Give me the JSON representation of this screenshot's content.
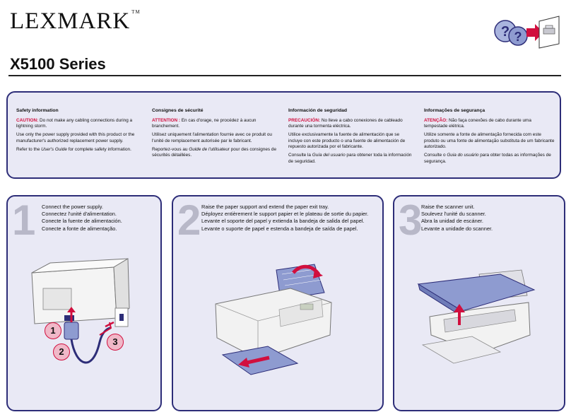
{
  "header": {
    "brand": "LEXMARK",
    "brand_tm": "TM",
    "series": "X5100 Series",
    "help_icon": "question-mark-guide-icon"
  },
  "safety": {
    "en": {
      "title": "Safety information",
      "caution_label": "CAUTION:",
      "caution_text": " Do not make any cabling connections during a lightning storm.",
      "power": "Use only the power supply provided with this product or the manufacturer's authorized replacement power supply.",
      "refer_pre": "Refer to the ",
      "refer_guide": "User's Guide",
      "refer_post": " for complete safety information."
    },
    "fr": {
      "title": "Consignes de sécurité",
      "caution_label": "ATTENTION :",
      "caution_text": " En cas d'orage, ne procédez à aucun branchement.",
      "power": "Utilisez uniquement l'alimentation fournie avec ce produit ou l'unité de remplacement autorisée par le fabricant.",
      "refer_pre": "Reportez-vous au ",
      "refer_guide": "Guide de l'utilisateur",
      "refer_post": " pour des consignes de sécurités détaillées."
    },
    "es": {
      "title": "Información de seguridad",
      "caution_label": "PRECAUCIÓN:",
      "caution_text": " No lleve a cabo conexiones de cableado durante una tormenta eléctrica.",
      "power": "Utilice exclusivamente la fuente de alimentación que se incluye con este producto o una fuente de alimentación de repuesto autorizada por el fabricante.",
      "refer_pre": "Consulte la ",
      "refer_guide": "Guía del usuario",
      "refer_post": " para obtener toda la información de seguridad."
    },
    "pt": {
      "title": "Informações de segurança",
      "caution_label": "ATENÇÃO:",
      "caution_text": " Não faça conexões de cabo durante uma tempestade elétrica.",
      "power": "Utilize somente a fonte de alimentação fornecida com este produto ou uma fonte de alimentação substituta de um fabricante autorizado.",
      "refer_pre": "Consulte o ",
      "refer_guide": "Guia do usuário",
      "refer_post": " para obter todas as informações de segurança."
    }
  },
  "steps": [
    {
      "number": "1",
      "lines": [
        "Connect the power supply.",
        "Connectez l'unité d'alimentation.",
        "Conecte la fuente de alimentación.",
        "Conecte a fonte de alimentação."
      ],
      "callouts": [
        "1",
        "2",
        "3"
      ]
    },
    {
      "number": "2",
      "lines": [
        "Raise the paper support and extend the paper exit tray.",
        "Déployez entièrement le support papier et le plateau de sortie du papier.",
        "Levante el soporte del papel y extienda la bandeja de salida del papel.",
        "Levante o suporte de papel e estenda a bandeja de saída de papel."
      ]
    },
    {
      "number": "3",
      "lines": [
        "Raise the scanner unit.",
        "Soulevez l'unité du scanner.",
        "Abra la unidad de escáner.",
        "Levante a unidade do scanner."
      ]
    }
  ],
  "colors": {
    "accent_red": "#d10f3e",
    "panel_border": "#2d2d78",
    "panel_fill": "#e9e9f5",
    "callout_pink": "#f0b8c8"
  }
}
